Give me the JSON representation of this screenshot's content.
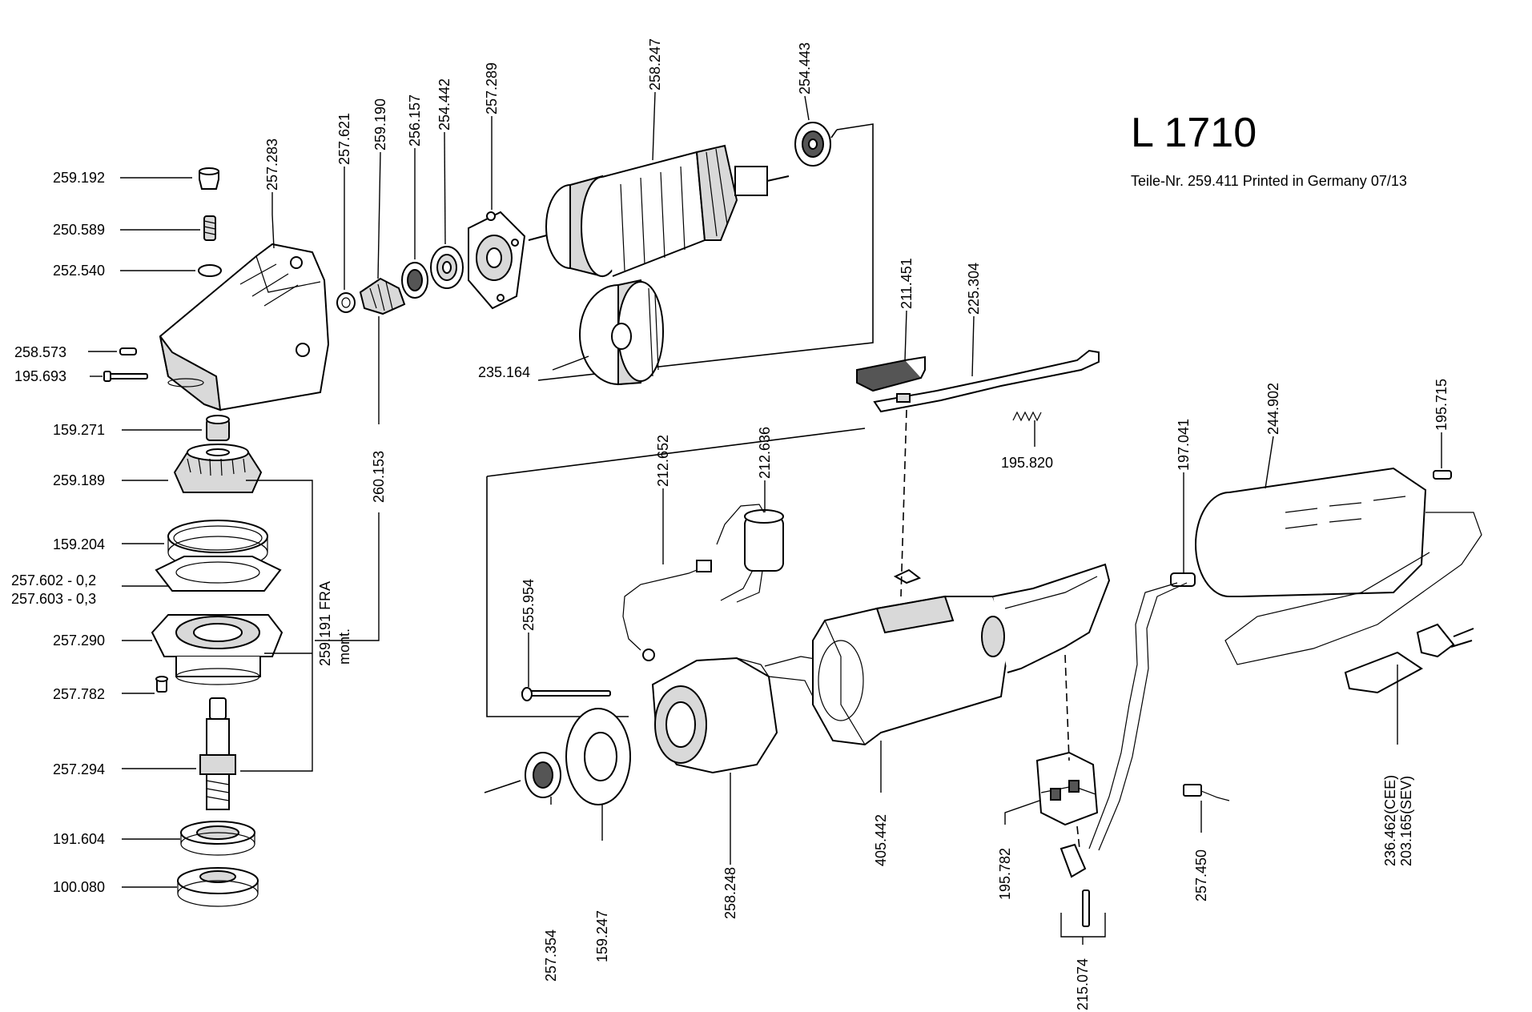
{
  "header": {
    "model": "L 1710",
    "subtitle": "Teile-Nr. 259.411 Printed in Germany 07/13"
  },
  "parts": {
    "p259_192": "259.192",
    "p250_589": "250.589",
    "p252_540": "252.540",
    "p258_573": "258.573",
    "p195_693": "195.693",
    "p159_271": "159.271",
    "p259_189": "259.189",
    "p159_204": "159.204",
    "p257_602": "257.602 - 0,2",
    "p257_603": "257.603 - 0,3",
    "p257_290": "257.290",
    "p257_782": "257.782",
    "p257_294": "257.294",
    "p191_604": "191.604",
    "p100_080": "100.080",
    "p257_283": "257.283",
    "p257_621": "257.621",
    "p259_190": "259.190",
    "p256_157": "256.157",
    "p254_442": "254.442",
    "p257_289": "257.289",
    "p258_247": "258.247",
    "p254_443": "254.443",
    "p235_164": "235.164",
    "p260_153": "260.153",
    "p259_191": "259.191 FRA",
    "p259_191_note": "mont.",
    "p211_451": "211.451",
    "p225_304": "225.304",
    "p195_820": "195.820",
    "p212_636": "212.636",
    "p212_652": "212.652",
    "p255_954": "255.954",
    "p244_902": "244.902",
    "p195_715": "195.715",
    "p197_041": "197.041",
    "p236_462": "236.462(CEE)",
    "p203_165": "203.165(SEV)",
    "p257_354": "257.354",
    "p159_247": "159.247",
    "p258_248": "258.248",
    "p405_442": "405.442",
    "p195_782": "195.782",
    "p257_450": "257.450",
    "p215_074": "215.074"
  }
}
